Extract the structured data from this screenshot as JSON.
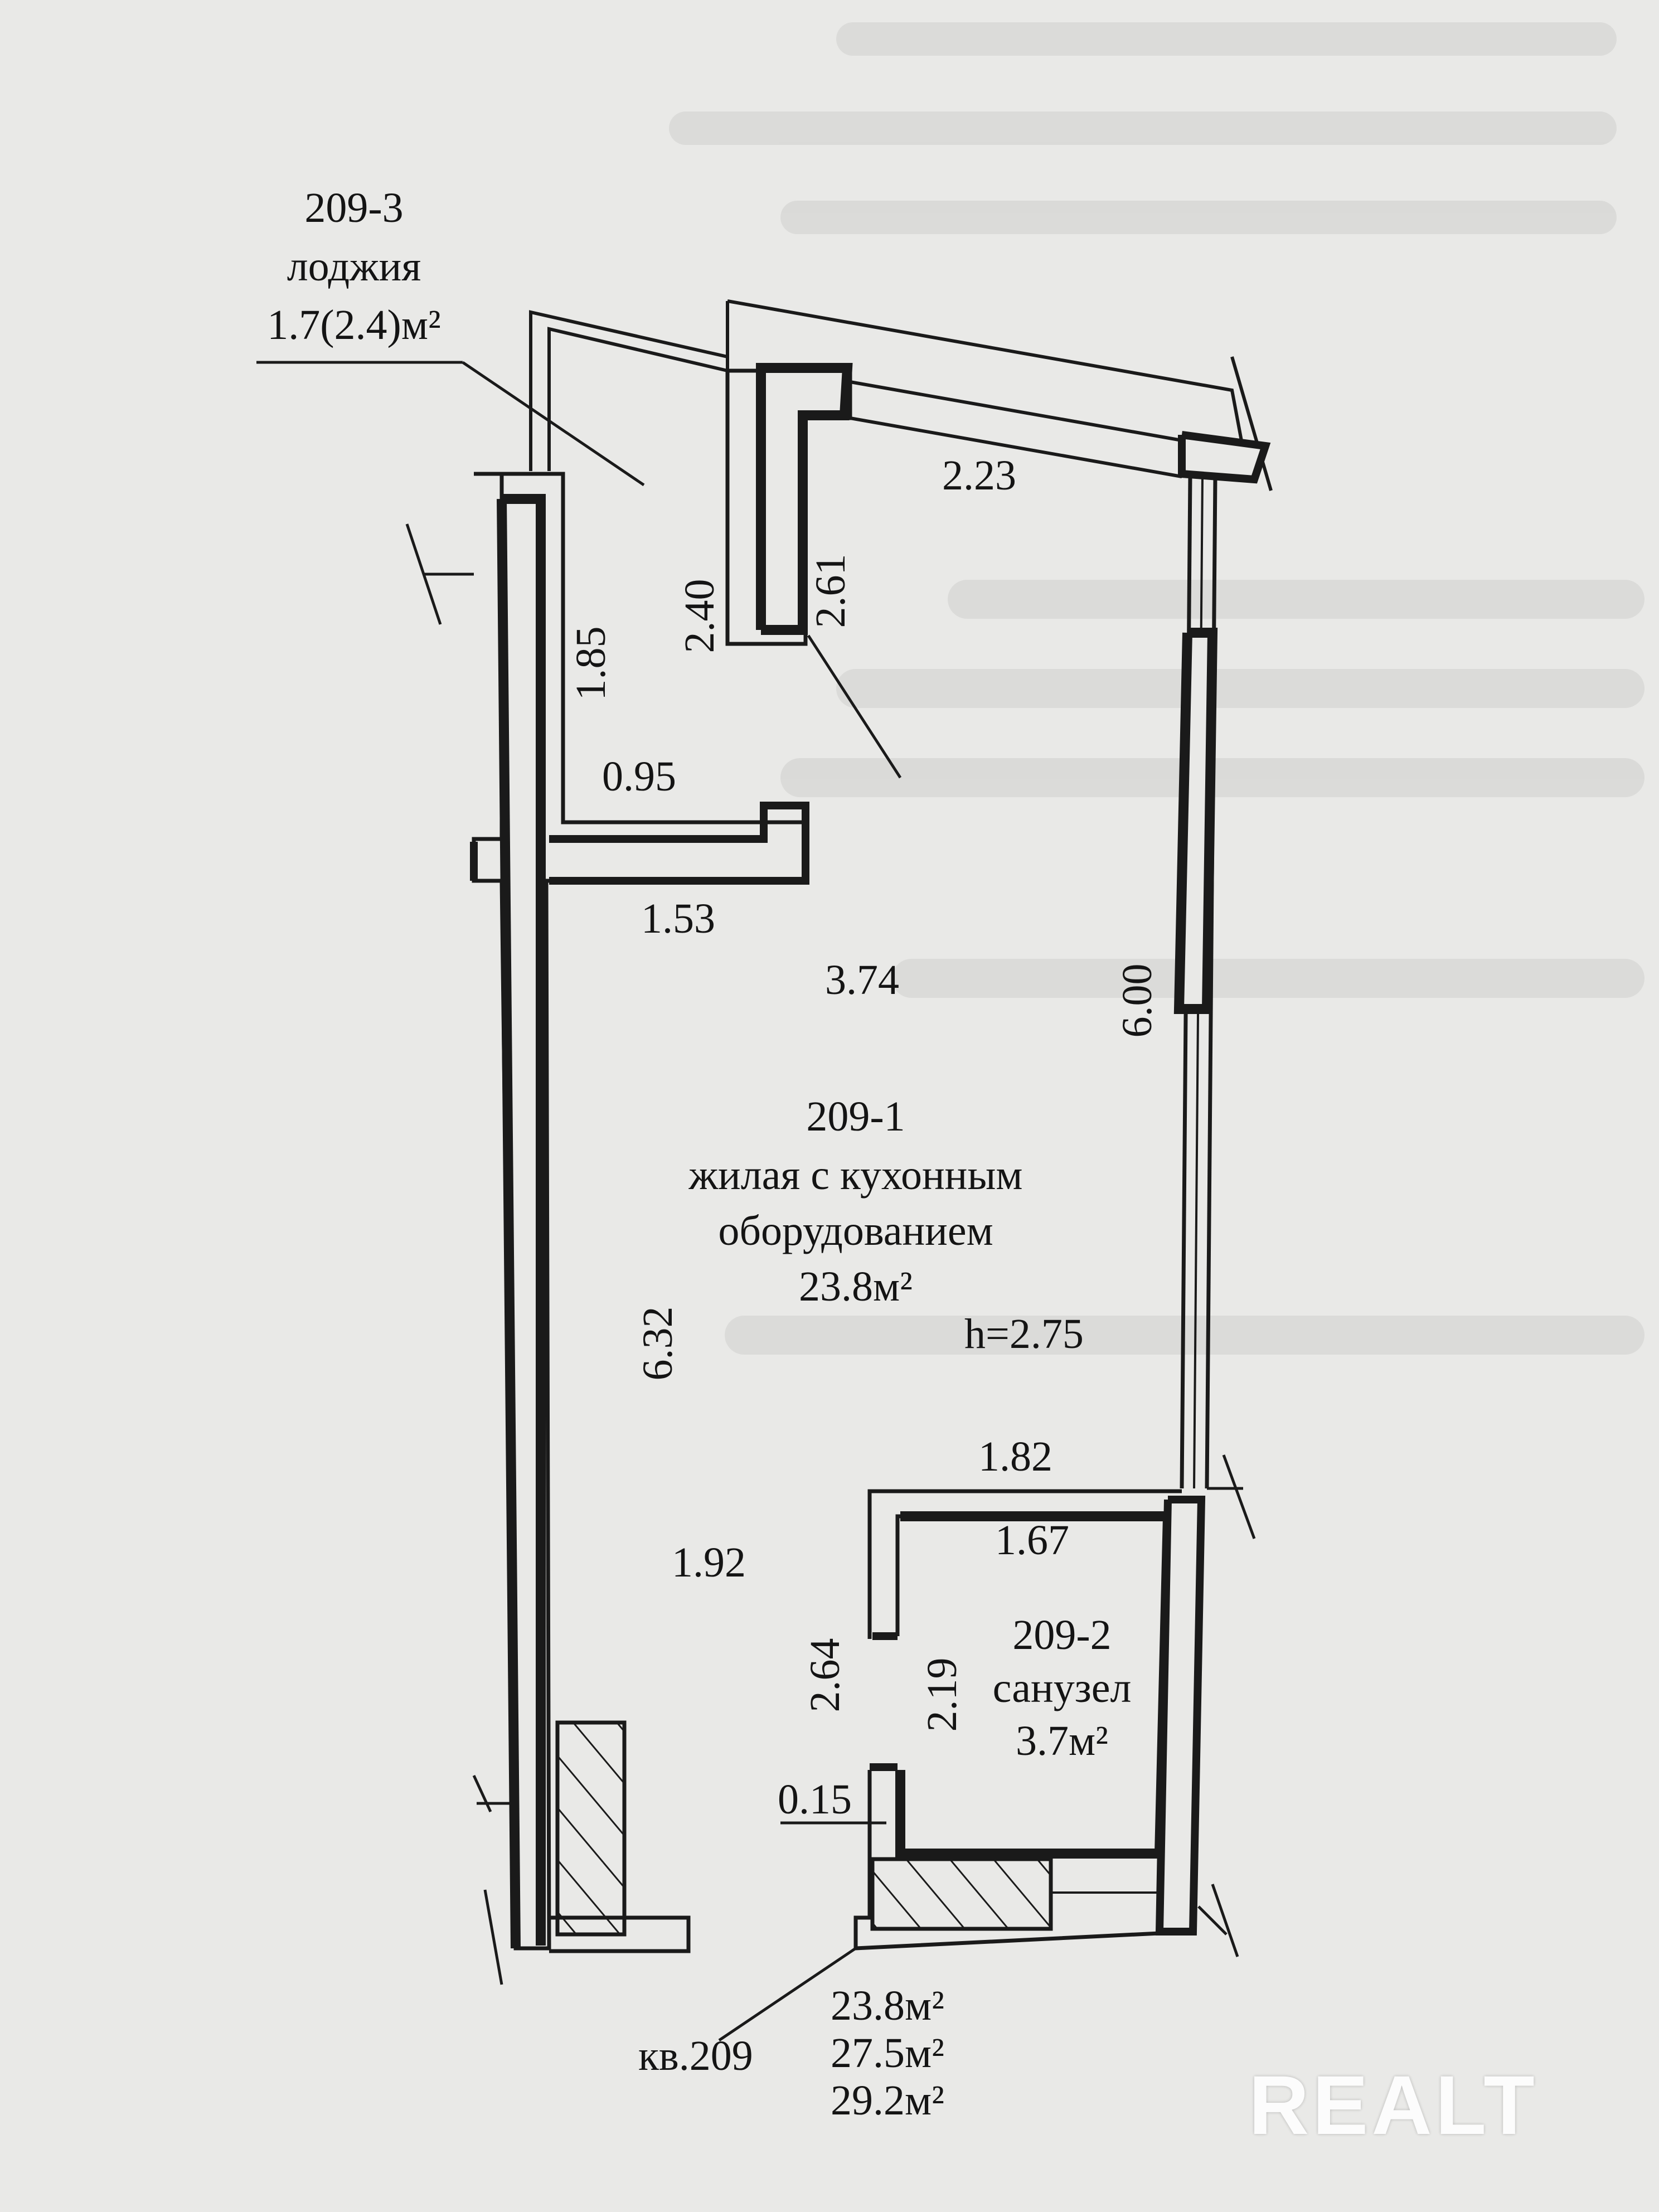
{
  "rooms": {
    "loggia": {
      "number": "209-3",
      "name": "лоджия",
      "area": "1.7(2.4)м²"
    },
    "living": {
      "number": "209-1",
      "name_line1": "жилая с кухонным",
      "name_line2": "оборудованием",
      "area": "23.8м²",
      "height": "h=2.75"
    },
    "bathroom": {
      "number": "209-2",
      "name": "санузел",
      "area": "3.7м²"
    }
  },
  "dimensions": {
    "d_2_23": "2.23",
    "d_2_40": "2.40",
    "d_2_61": "2.61",
    "d_1_85": "1.85",
    "d_0_95": "0.95",
    "d_1_53": "1.53",
    "d_3_74": "3.74",
    "d_6_00": "6.00",
    "d_6_32": "6.32",
    "d_1_82": "1.82",
    "d_1_67": "1.67",
    "d_1_92": "1.92",
    "d_2_64": "2.64",
    "d_2_19": "2.19",
    "d_0_15": "0.15"
  },
  "apartment": {
    "label": "кв.209",
    "area_living": "23.8м²",
    "area_total": "27.5м²",
    "area_total_loggia": "29.2м²"
  },
  "watermark": "REALT"
}
